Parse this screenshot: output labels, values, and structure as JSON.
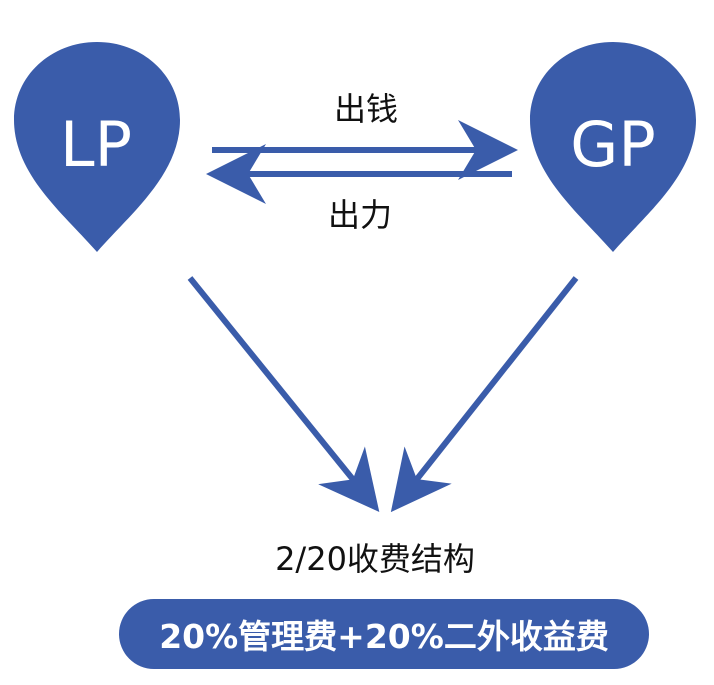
{
  "nodes": {
    "lp": {
      "label": "LP"
    },
    "gp": {
      "label": "GP"
    }
  },
  "edges": {
    "lp_to_gp": {
      "label": "出钱"
    },
    "gp_to_lp": {
      "label": "出力"
    }
  },
  "structure": {
    "title": "2/20收费结构",
    "fee_box": "20%管理费+20%二外收益费"
  },
  "colors": {
    "node": "#3a5caa",
    "arrow": "#3a5caa",
    "text": "#111111",
    "background": "#ffffff"
  }
}
